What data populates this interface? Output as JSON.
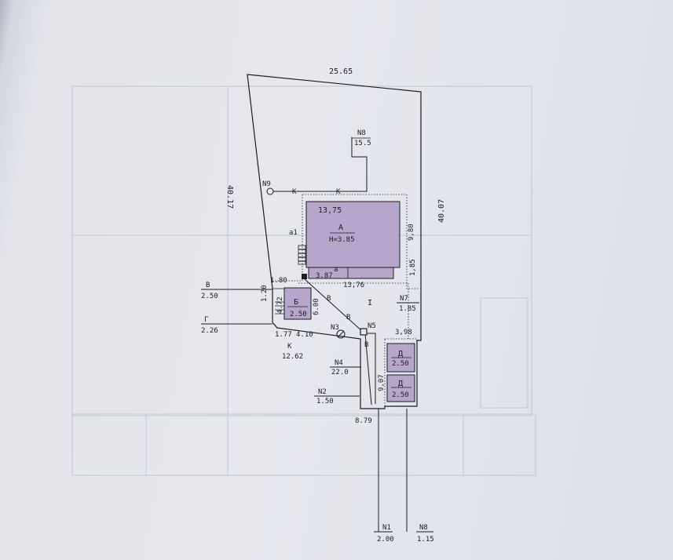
{
  "dimensions": {
    "top": "25.65",
    "left": "40.17",
    "right": "40.07",
    "house_top": "13,75",
    "house_right": "9,80",
    "house_bottom": "13,76",
    "side_185": "1,85",
    "side_398": "3,98",
    "side_907": "9,07",
    "bottom_879": "8.79",
    "bottom_1262": "12.62",
    "b_width": "1.77",
    "b_side": "4.10",
    "b_height": "4.72",
    "b_depth": "6.00",
    "b_top": "1.80",
    "b_left": "1.20"
  },
  "buildings": {
    "a_letter": "А",
    "a_height": "Н=3.85",
    "a1_label": "а1",
    "porch_letter": "а",
    "porch_value": "3.87",
    "b_letter": "Б",
    "b_value": "2.50",
    "d_letter": "Д",
    "d_value": "2.50",
    "g_letter": "Д",
    "g_value": "2.50",
    "zone_label": "I"
  },
  "nodes": {
    "n8_top_label": "N8",
    "n8_top_value": "15.5",
    "n9_label": "N9",
    "n7_label": "N7",
    "n7_value": "1.85",
    "n5_label": "N5",
    "n3_label": "N3",
    "n4_label": "N4",
    "n4_value": "22.0",
    "n2_label": "N2",
    "n2_value": "1.50",
    "n1_label": "N1",
    "n1_value": "2.00",
    "n8_bottom_label": "N8",
    "n8_bottom_value": "1.15",
    "v_label": "В",
    "v_value": "2.50",
    "g_label": "Г",
    "g_value": "2.26"
  },
  "pipe_marks": {
    "k": "К",
    "v": "В"
  },
  "colors": {
    "building_fill": "#b7a6cc",
    "line": "#1c1c22",
    "paper": "#e4e6ec"
  }
}
